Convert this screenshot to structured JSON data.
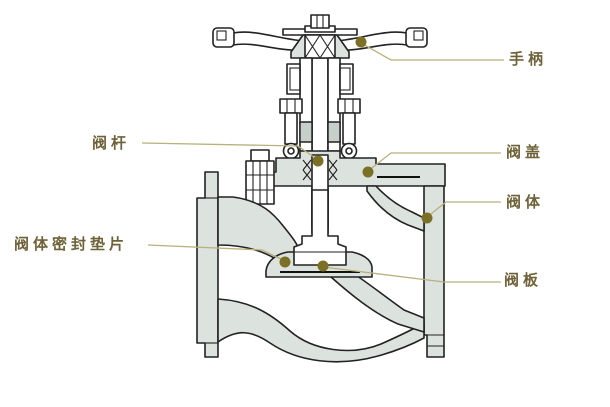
{
  "diagram": {
    "type": "valve-cross-section",
    "callouts": {
      "handle": {
        "label": "手柄"
      },
      "stem": {
        "label": "阀杆"
      },
      "bonnet": {
        "label": "阀盖"
      },
      "body": {
        "label": "阀体"
      },
      "body_seal_gasket": {
        "label": "阀体密封垫片"
      },
      "disc": {
        "label": "阀板"
      }
    },
    "colors": {
      "background": "#ffffff",
      "metal_fill": "#dce3df",
      "metal_fill_dark": "#c7cfcb",
      "outline": "#222222",
      "callout_line": "#b9b07c",
      "marker_dot": "#7c7026",
      "label_text": "#6e6239"
    }
  }
}
